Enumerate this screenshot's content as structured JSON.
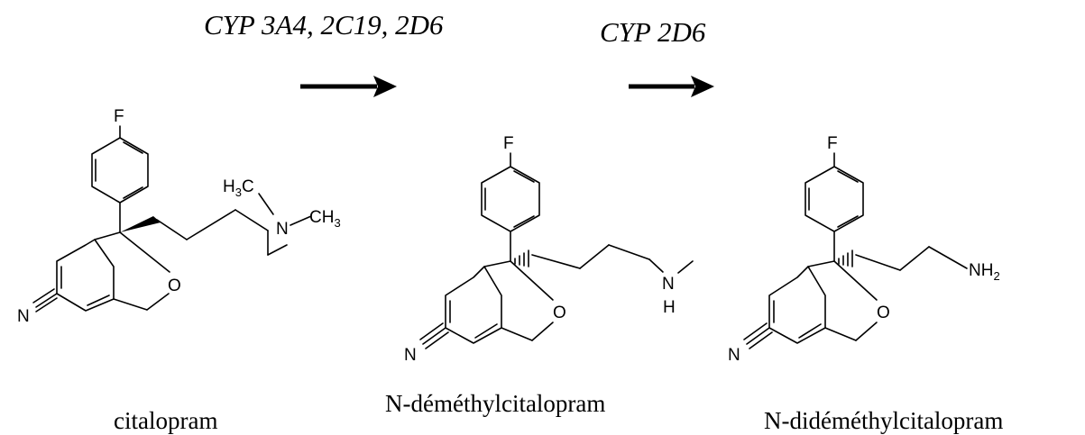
{
  "reaction": {
    "steps": [
      {
        "enzyme": "CYP 3A4, 2C19, 2D6"
      },
      {
        "enzyme": "CYP 2D6"
      }
    ],
    "compounds": [
      {
        "name": "citalopram",
        "atoms": {
          "fluorine": "F",
          "oxygen": "O",
          "nitrile_n": "N",
          "amine_n": "N",
          "methyl_left_main": "H",
          "methyl_left_sub": "3",
          "methyl_left_c": "C",
          "methyl_right_main": "CH",
          "methyl_right_sub": "3"
        }
      },
      {
        "name": "N-déméthylcitalopram",
        "atoms": {
          "fluorine": "F",
          "oxygen": "O",
          "nitrile_n": "N",
          "amine_n": "N",
          "amine_h": "H"
        }
      },
      {
        "name": "N-didéméthylcitalopram",
        "atoms": {
          "fluorine": "F",
          "oxygen": "O",
          "nitrile_n": "N",
          "amine_main": "NH",
          "amine_sub": "2"
        }
      }
    ]
  }
}
